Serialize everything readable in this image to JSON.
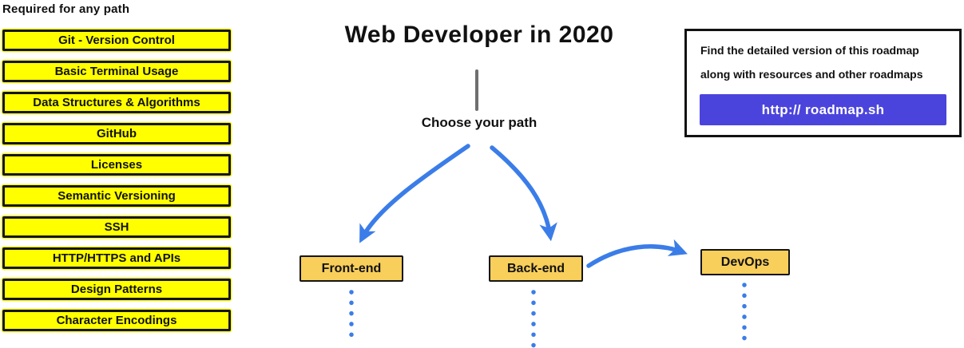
{
  "colors": {
    "yellow": "#FFFF00",
    "node-fill": "#F8CF5B",
    "arrow-blue": "#3B7DE8",
    "button-purple": "#4B44DC",
    "ink": "#111111"
  },
  "left_panel": {
    "heading": "Required for any path",
    "items": [
      "Git - Version Control",
      "Basic Terminal Usage",
      "Data Structures & Algorithms",
      "GitHub",
      "Licenses",
      "Semantic Versioning",
      "SSH",
      "HTTP/HTTPS and APIs",
      "Design Patterns",
      "Character Encodings"
    ]
  },
  "center": {
    "title": "Web Developer in 2020",
    "choose_label": "Choose your path",
    "paths": [
      {
        "label": "Front-end"
      },
      {
        "label": "Back-end"
      },
      {
        "label": "DevOps"
      }
    ]
  },
  "info_box": {
    "line1": "Find the detailed version of this roadmap",
    "line2": "along with resources and other roadmaps",
    "button_label": "http:// roadmap.sh"
  }
}
